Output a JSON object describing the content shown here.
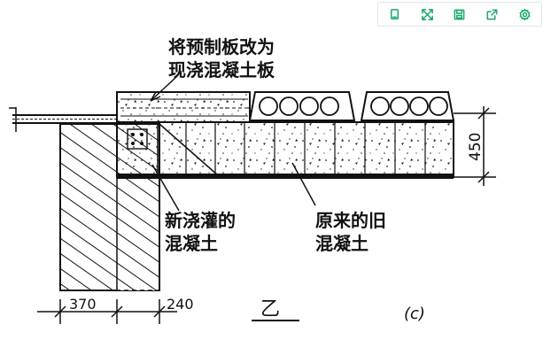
{
  "toolbar": {
    "buttons": [
      {
        "id": "copy",
        "icon": "copy-icon"
      },
      {
        "id": "fullscreen",
        "icon": "expand-icon"
      },
      {
        "id": "save",
        "icon": "save-icon"
      },
      {
        "id": "share",
        "icon": "share-icon"
      },
      {
        "id": "settings",
        "icon": "gear-icon"
      }
    ],
    "accent_color": "#1aa86a"
  },
  "diagram": {
    "labels": {
      "top_line1": "将预制板改为",
      "top_line2": "现浇混凝土板",
      "new_line1": "新浇灌的",
      "new_line2": "混凝土",
      "old_line1": "原来的旧",
      "old_line2": "混凝土",
      "dim_height": "450",
      "dim_wall_left": "370",
      "dim_wall_right": "240",
      "section_mark": "乙",
      "figure_tag": "(c)"
    }
  }
}
